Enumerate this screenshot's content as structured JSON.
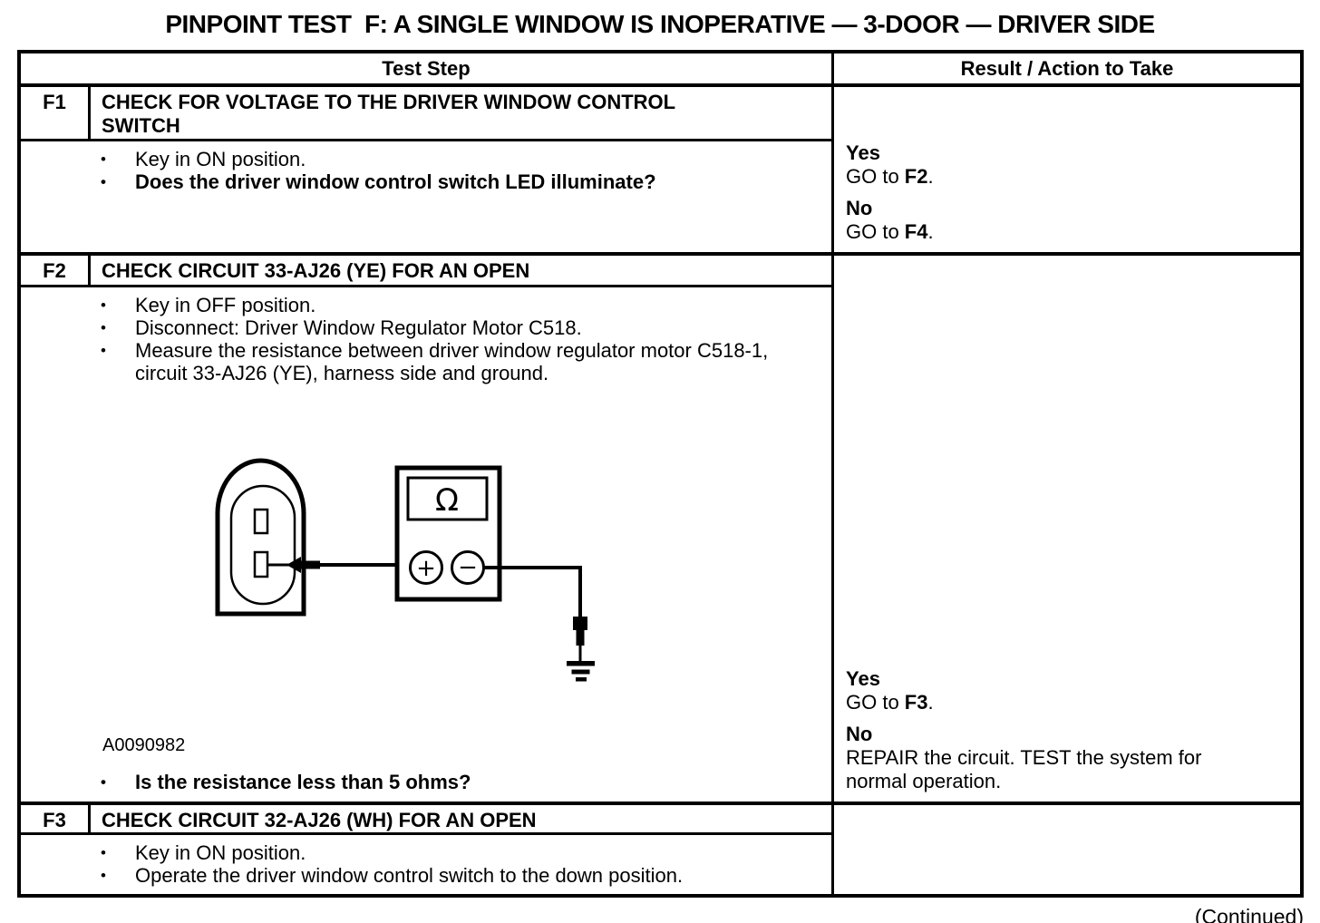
{
  "page": {
    "title": "PINPOINT TEST  F: A SINGLE WINDOW IS INOPERATIVE — 3-DOOR — DRIVER SIDE",
    "continued_note": "(Continued)"
  },
  "table": {
    "bullet_char": "•",
    "headers": {
      "test_step": "Test Step",
      "result_action": "Result / Action to Take"
    },
    "steps": [
      {
        "id": "F1",
        "title": "CHECK FOR VOLTAGE TO THE DRIVER WINDOW CONTROL SWITCH",
        "bullets": [
          {
            "text": "Key in ON position."
          },
          {
            "text": "Does the driver window control switch LED illuminate?"
          }
        ],
        "results": [
          {
            "answer": "Yes",
            "action_pre": "GO to ",
            "action_ref": "F2",
            "action_post": "."
          },
          {
            "answer": "No",
            "action_pre": "GO to ",
            "action_ref": "F4",
            "action_post": "."
          }
        ]
      },
      {
        "id": "F2",
        "title": "CHECK CIRCUIT 33-AJ26 (YE) FOR AN OPEN",
        "bullets": [
          {
            "text": "Key in OFF position."
          },
          {
            "text": "Disconnect: Driver Window Regulator Motor C518."
          },
          {
            "text": "Measure the resistance between driver window regulator motor C518-1, circuit 33-AJ26 (YE), harness side and ground."
          }
        ],
        "figure": {
          "label": "A0090982",
          "ohmmeter_symbol": "Ω",
          "positive_lead": "+",
          "negative_lead": "−"
        },
        "question": "Is the resistance less than 5 ohms?",
        "results": [
          {
            "answer": "Yes",
            "action_pre": "GO to ",
            "action_ref": "F3",
            "action_post": "."
          },
          {
            "answer": "No",
            "action_pre": "REPAIR the circuit. TEST the system for normal operation.",
            "action_ref": "",
            "action_post": ""
          }
        ]
      },
      {
        "id": "F3",
        "title": "CHECK CIRCUIT 32-AJ26 (WH) FOR AN OPEN",
        "bullets": [
          {
            "text": "Key in ON position."
          },
          {
            "text": "Operate the driver window control switch to the down position."
          }
        ]
      }
    ]
  }
}
